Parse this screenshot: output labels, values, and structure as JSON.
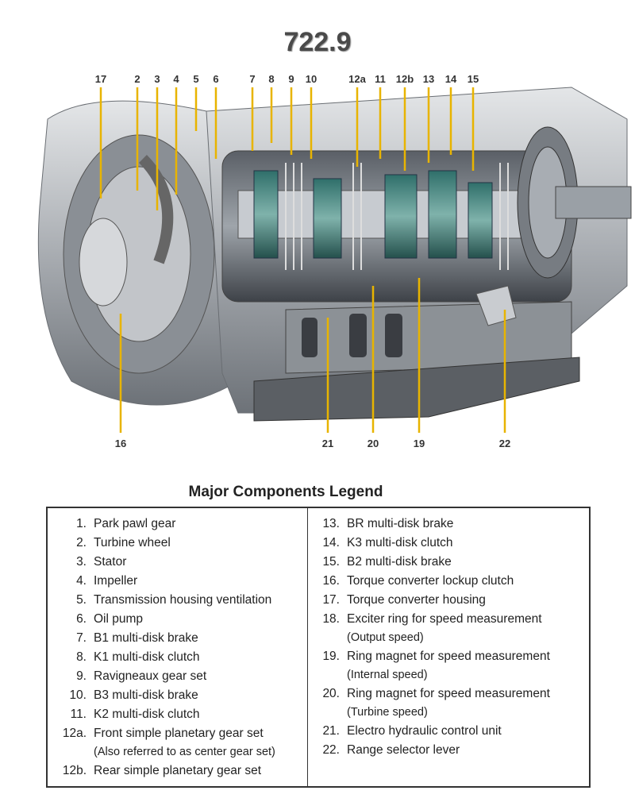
{
  "title": "722.9",
  "callouts_top": [
    "17",
    "2",
    "3",
    "4",
    "5",
    "6",
    "7",
    "8",
    "9",
    "10",
    "12a",
    "11",
    "12b",
    "13",
    "14",
    "15"
  ],
  "callouts_bottom": [
    "16",
    "21",
    "20",
    "19",
    "22"
  ],
  "colors": {
    "leader": "#e8b400",
    "housing": "#b9bcc0",
    "dark": "#3a3d42"
  },
  "legend": {
    "title": "Major Components Legend",
    "left": [
      {
        "num": "1.",
        "text": "Park pawl gear"
      },
      {
        "num": "2.",
        "text": "Turbine wheel"
      },
      {
        "num": "3.",
        "text": "Stator"
      },
      {
        "num": "4.",
        "text": "Impeller"
      },
      {
        "num": "5.",
        "text": "Transmission housing ventilation"
      },
      {
        "num": "6.",
        "text": "Oil pump"
      },
      {
        "num": "7.",
        "text": "B1 multi-disk brake"
      },
      {
        "num": "8.",
        "text": "K1 multi-disk clutch"
      },
      {
        "num": "9.",
        "text": "Ravigneaux gear set"
      },
      {
        "num": "10.",
        "text": "B3 multi-disk brake"
      },
      {
        "num": "11.",
        "text": "K2 multi-disk clutch"
      },
      {
        "num": "12a.",
        "text": "Front simple planetary gear set",
        "sub": "(Also referred to as center gear set)"
      },
      {
        "num": "12b.",
        "text": "Rear simple planetary gear set"
      }
    ],
    "right": [
      {
        "num": "13.",
        "text": "BR multi-disk brake"
      },
      {
        "num": "14.",
        "text": "K3 multi-disk clutch"
      },
      {
        "num": "15.",
        "text": "B2 multi-disk brake"
      },
      {
        "num": "16.",
        "text": "Torque converter lockup clutch"
      },
      {
        "num": "17.",
        "text": "Torque converter housing"
      },
      {
        "num": "18.",
        "text": "Exciter ring for speed measurement",
        "sub": "(Output speed)"
      },
      {
        "num": "19.",
        "text": "Ring magnet for speed measurement",
        "sub": "(Internal speed)"
      },
      {
        "num": "20.",
        "text": "Ring magnet for speed measurement",
        "sub": "(Turbine speed)"
      },
      {
        "num": "21.",
        "text": "Electro hydraulic control unit"
      },
      {
        "num": "22.",
        "text": "Range selector lever"
      }
    ]
  }
}
